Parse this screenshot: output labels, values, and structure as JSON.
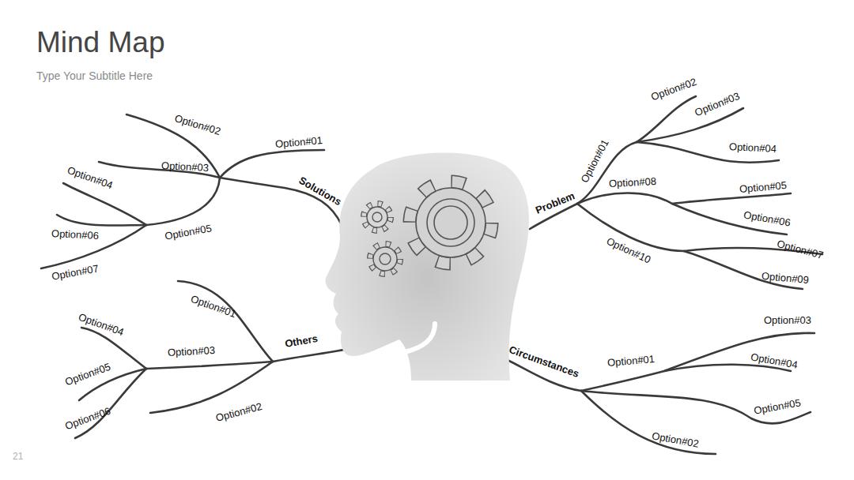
{
  "diagram": {
    "title": "Mind Map",
    "labels": [
      "Type Your Subtitle Here",
      "Solutions",
      "Option#01",
      "Option#02",
      "Option#03",
      "Option#04",
      "Option#05",
      "Option#06",
      "Option#07",
      "Problem",
      "Option#01",
      "Option#02",
      "Option#03",
      "Option#04",
      "Option#05",
      "Option#06",
      "Option#07",
      "Option#08",
      "Option#09",
      "Option#10",
      "Others",
      "Option#01",
      "Option#02",
      "Option#03",
      "Option#04",
      "Option#05",
      "Option#06",
      "Circumstances",
      "Option#01",
      "Option#02",
      "Option#03",
      "Option#04",
      "Option#05",
      "21"
    ]
  }
}
